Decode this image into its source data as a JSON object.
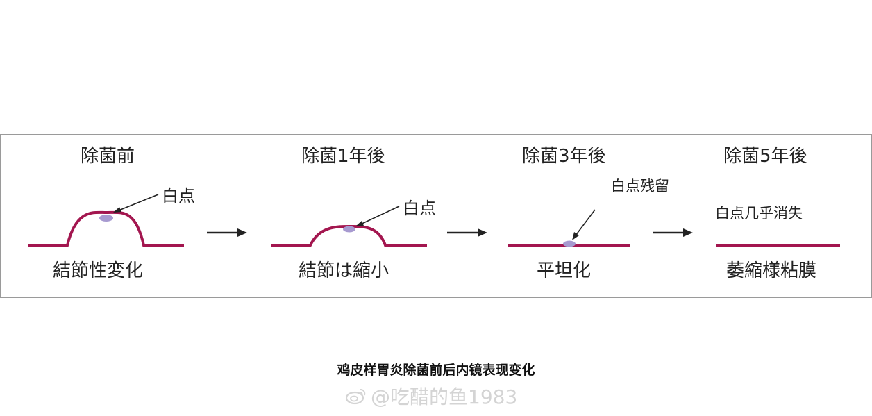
{
  "colors": {
    "mucosa": "#a3164f",
    "white_spot": "#a79ad0",
    "arrow": "#222222",
    "border": "#9a9a9a"
  },
  "stages": [
    {
      "title": "除菌前",
      "caption": "結節性変化",
      "callout": "白点"
    },
    {
      "title": "除菌1年後",
      "caption": "結節は縮小",
      "callout": "白点"
    },
    {
      "title": "除菌3年後",
      "caption": "平坦化",
      "callout": "白点残留"
    },
    {
      "title": "除菌5年後",
      "caption": "萎縮様粘膜",
      "callout": "白点几乎消失"
    }
  ],
  "figure_caption": "鸡皮样胃炎除菌前后内镜表现变化",
  "watermark": "@吃醋的鱼1983",
  "icons": [
    "weibo-logo-icon",
    "arrow-right-icon"
  ]
}
